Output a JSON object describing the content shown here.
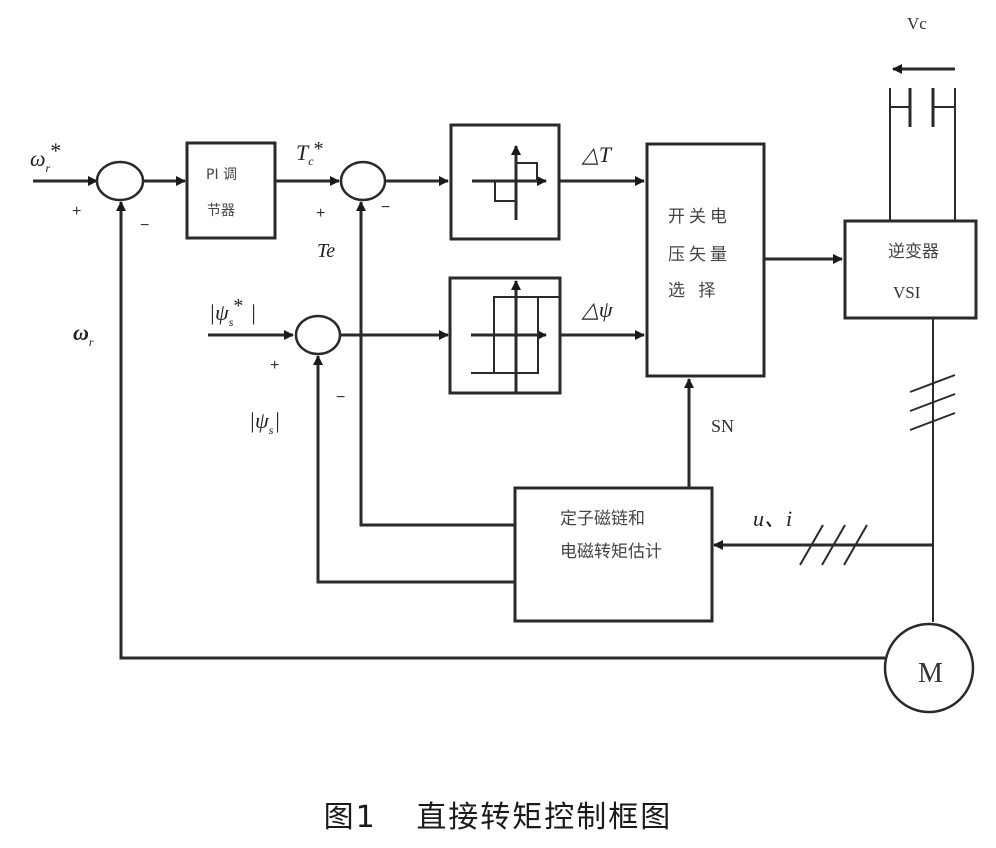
{
  "diagram": {
    "inputs": {
      "speed_ref": "ω",
      "speed_ref_sub": "r",
      "speed_ref_sup": "*",
      "speed_fb": "ω",
      "speed_fb_sub": "r",
      "torque_ref": "T",
      "torque_ref_sub": "c",
      "torque_ref_sup": "*",
      "torque_fb": "Te",
      "flux_ref": "|ψ",
      "flux_ref_sub": "s",
      "flux_ref_sup": "*",
      "flux_ref_close": "|",
      "flux_fb": "|ψ",
      "flux_fb_sub": "s",
      "flux_fb_close": "|"
    },
    "signs": {
      "sum1_plus": "+",
      "sum1_minus": "−",
      "sum2_plus": "+",
      "sum2_minus": "−",
      "sum3_plus": "+",
      "sum3_minus": "−"
    },
    "blocks": {
      "pi_line1": "PI  调",
      "pi_line2": "节器",
      "switch_line1": "开关电",
      "switch_line2": "压矢量",
      "switch_line3": "选 择",
      "inverter_line1": "逆变器",
      "inverter_line2": "VSI",
      "estimator_line1": "定子磁链和",
      "estimator_line2": "电磁转矩估计",
      "motor": "M"
    },
    "signals": {
      "delta_t": "△T",
      "delta_psi": "△ψ",
      "sn": "SN",
      "ui": "u、i",
      "vc": "Vc"
    },
    "caption": {
      "figure": "图1",
      "title": "直接转矩控制框图"
    }
  }
}
